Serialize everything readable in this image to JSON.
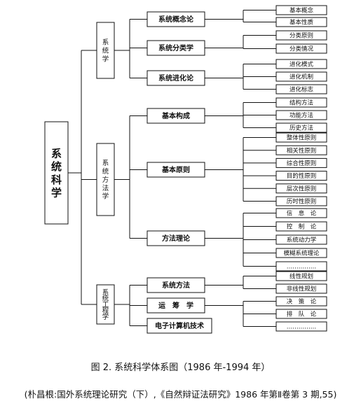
{
  "root": "系统科学",
  "categories": [
    {
      "label": "系统学",
      "subs": [
        {
          "label": "系统概念论",
          "items": [
            "基本概念",
            "基本性质"
          ]
        },
        {
          "label": "系统分类学",
          "items": [
            "分类原则",
            "分类情况"
          ]
        },
        {
          "label": "系统进化论",
          "items": [
            "进化模式",
            "进化机制",
            "进化标志"
          ]
        }
      ]
    },
    {
      "label": "系统方法学",
      "subs": [
        {
          "label": "基本构成",
          "items": [
            "结构方法",
            "功能方法",
            "历史方法"
          ]
        },
        {
          "label": "基本原则",
          "items": [
            "整体性原则",
            "相关性原则",
            "综合性原则",
            "目的性原则",
            "层次性原则",
            "历时性原则"
          ]
        },
        {
          "label": "方法理论",
          "items": [
            "信　息　论",
            "控　制　论",
            "系统动力学",
            "模糊系统理论",
            "……………"
          ]
        }
      ]
    },
    {
      "label": "系统工程学",
      "subs": [
        {
          "label": "系统方法",
          "items": [
            "线性规划",
            "非线性规划"
          ]
        },
        {
          "label": "运　筹　学",
          "items": [
            "决　策　论",
            "排　队　论",
            "……………"
          ]
        },
        {
          "label": "电子计算机技术",
          "items": []
        }
      ]
    }
  ],
  "caption": {
    "title": "图 2. 系统科学体系图（1986 年-1994 年）",
    "source": "(朴昌根:国外系统理论研究（下）,《自然辩证法研究》1986 年第Ⅱ卷第 3 期,55)"
  }
}
